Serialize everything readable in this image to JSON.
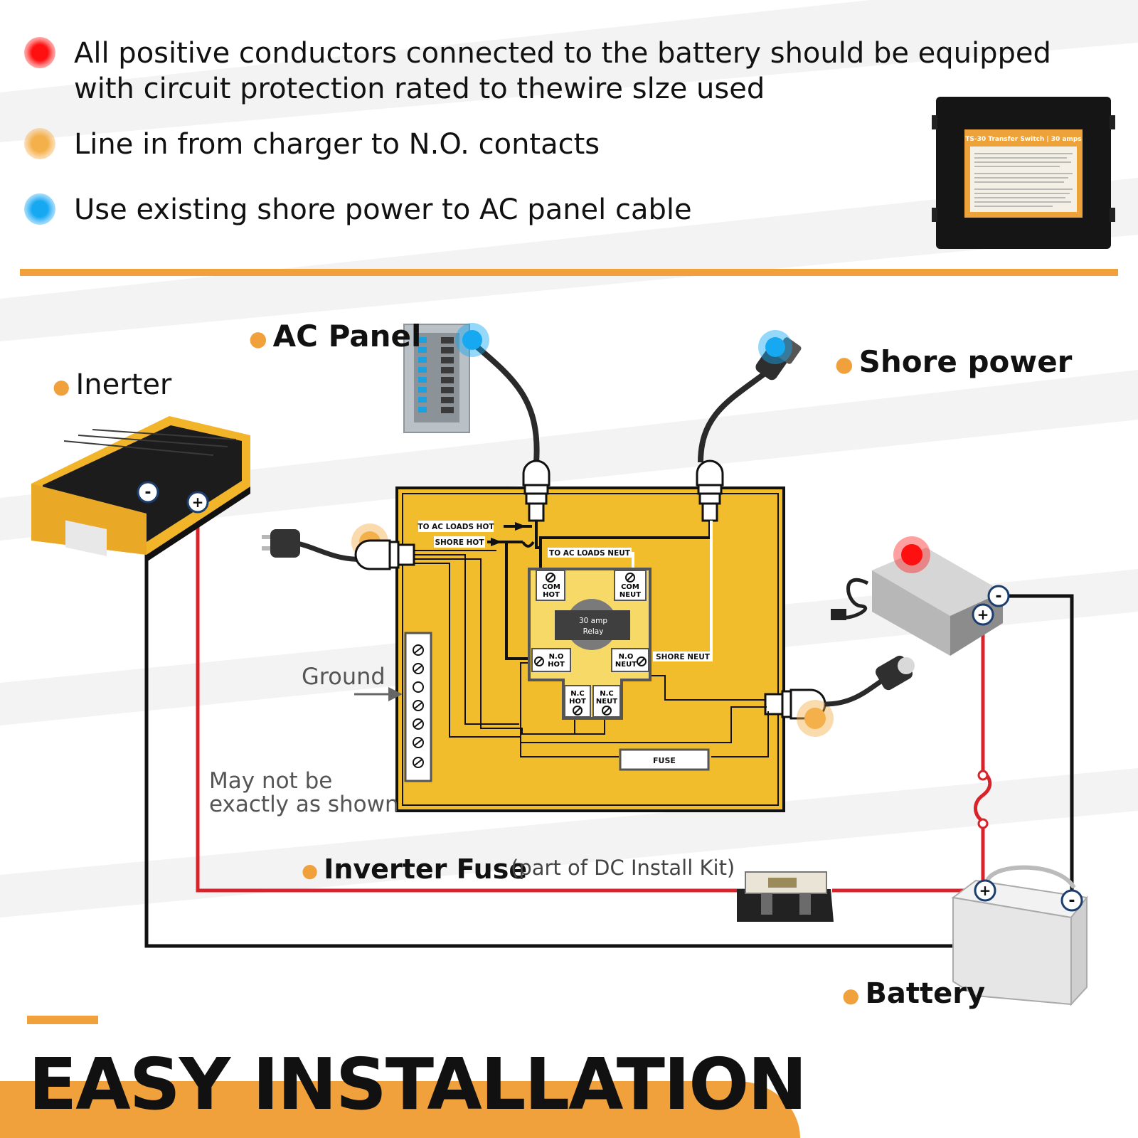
{
  "legend": [
    {
      "color": "#ff1010",
      "text": "All positive conductors connected to the battery should be equipped with circuit protection rated to thewire slze used"
    },
    {
      "color": "#f4b04a",
      "text": "Line in from charger to N.O. contacts"
    },
    {
      "color": "#17a8f2",
      "text": "Use existing shore power to AC panel cable"
    }
  ],
  "product_label": {
    "title": "TS-30 Transfer Switch | 30 amps"
  },
  "labels": {
    "ac_panel": "AC Panel",
    "inverter": "Inerter",
    "shore_power": "Shore power",
    "ground": "Ground",
    "note_line1": "May not be",
    "note_line2": "exactly as shown",
    "inverter_fuse": "Inverter Fuse",
    "inverter_fuse_sub": "(part of DC Install Kit)",
    "battery": "Battery"
  },
  "switch_box": {
    "to_ac_loads_hot": "TO AC LOADS HOT",
    "shore_hot": "SHORE HOT",
    "to_ac_loads_neut": "TO AC LOADS NEUT",
    "shore_neut": "SHORE NEUT",
    "com_hot": [
      "COM",
      "HOT"
    ],
    "com_neut": [
      "COM",
      "NEUT"
    ],
    "no_hot": [
      "N.O",
      "HOT"
    ],
    "no_neut": [
      "N.O",
      "NEUT"
    ],
    "nc_hot": [
      "N.C",
      "HOT"
    ],
    "nc_neut": [
      "N.C",
      "NEUT"
    ],
    "relay": [
      "30 amp",
      "Relay"
    ],
    "fuse": "FUSE"
  },
  "terminals": {
    "minus": "-",
    "plus": "+"
  },
  "headline": "EASY INSTALLATION",
  "colors": {
    "accent": "#f0a13c",
    "box": "#f2bd2c",
    "dc_positive": "#d8232a",
    "wire": "#111111"
  }
}
